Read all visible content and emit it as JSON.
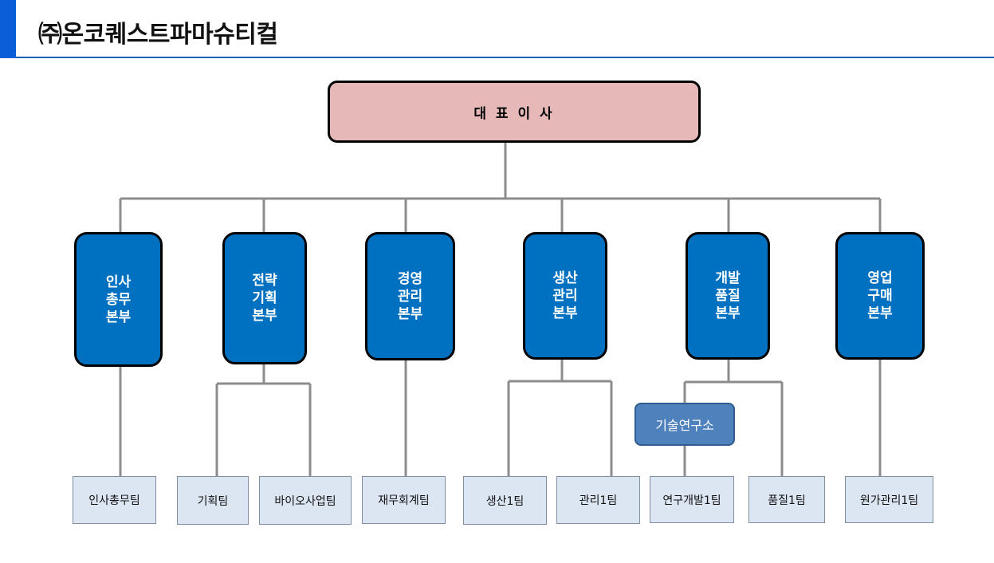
{
  "header": {
    "title": "㈜온코퀘스트파마슈티컬"
  },
  "ceo": {
    "label": "대 표 이 사"
  },
  "divisions": [
    {
      "label": "인사\n총무\n본부"
    },
    {
      "label": "전략\n기획\n본부"
    },
    {
      "label": "경영\n관리\n본부"
    },
    {
      "label": "생산\n관리\n본부"
    },
    {
      "label": "개발\n품질\n본부"
    },
    {
      "label": "영업\n구매\n본부"
    }
  ],
  "lab": {
    "label": "기술연구소"
  },
  "teams": [
    {
      "label": "인사총무팀"
    },
    {
      "label": "기획팀"
    },
    {
      "label": "바이오사업팀"
    },
    {
      "label": "재무회계팀"
    },
    {
      "label": "생산1팀"
    },
    {
      "label": "관리1팀"
    },
    {
      "label": "연구개발1팀"
    },
    {
      "label": "품질1팀"
    },
    {
      "label": "원가관리1팀"
    }
  ],
  "colors": {
    "accent": "#0b5ed7",
    "ceo_fill": "#e6b8b7",
    "division_fill": "#0070c0",
    "lab_fill": "#4f81bd",
    "team_fill": "#dce6f2",
    "connector": "#8c8c8c"
  }
}
